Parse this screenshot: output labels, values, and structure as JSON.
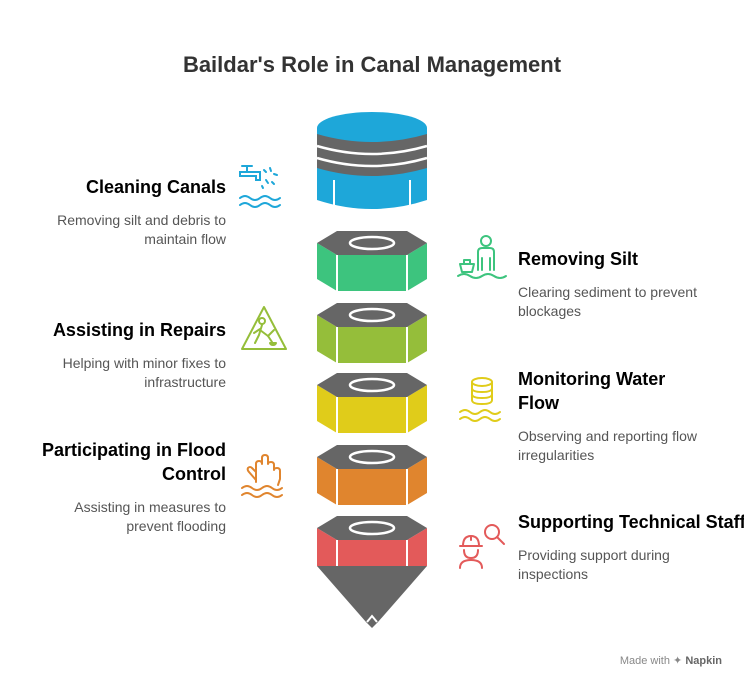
{
  "title": "Baildar's Role in Canal Management",
  "left_items": [
    {
      "title": "Cleaning Canals",
      "desc": "Removing silt and debris to maintain flow",
      "color": "#2b6f8a",
      "icon": "water-tap-icon"
    },
    {
      "title": "Assisting in Repairs",
      "desc": "Helping with minor fixes to infrastructure",
      "color": "#4a6b1f",
      "icon": "digging-worker-sign-icon"
    },
    {
      "title": "Participating in Flood Control",
      "desc": "Assisting in measures to prevent flooding",
      "color": "#6b3f1e",
      "icon": "drowning-hand-icon"
    }
  ],
  "right_items": [
    {
      "title": "Removing Silt",
      "desc": "Clearing sediment to prevent blockages",
      "color": "#3a5e3a",
      "icon": "worker-in-water-icon"
    },
    {
      "title": "Monitoring Water Flow",
      "desc": "Observing and reporting flow irregularities",
      "color": "#5a5020",
      "icon": "water-level-icon"
    },
    {
      "title": "Supporting Technical Staff",
      "desc": "Providing support during inspections",
      "color": "#6b2a2a",
      "icon": "inspector-search-icon"
    }
  ],
  "stack_colors": [
    "#1ea7d9",
    "#3dc47e",
    "#95be3a",
    "#e0cc1a",
    "#e0852e",
    "#e35a5a"
  ],
  "cap_color": "#666666",
  "footer": {
    "prefix": "Made with",
    "brand": "Napkin"
  }
}
